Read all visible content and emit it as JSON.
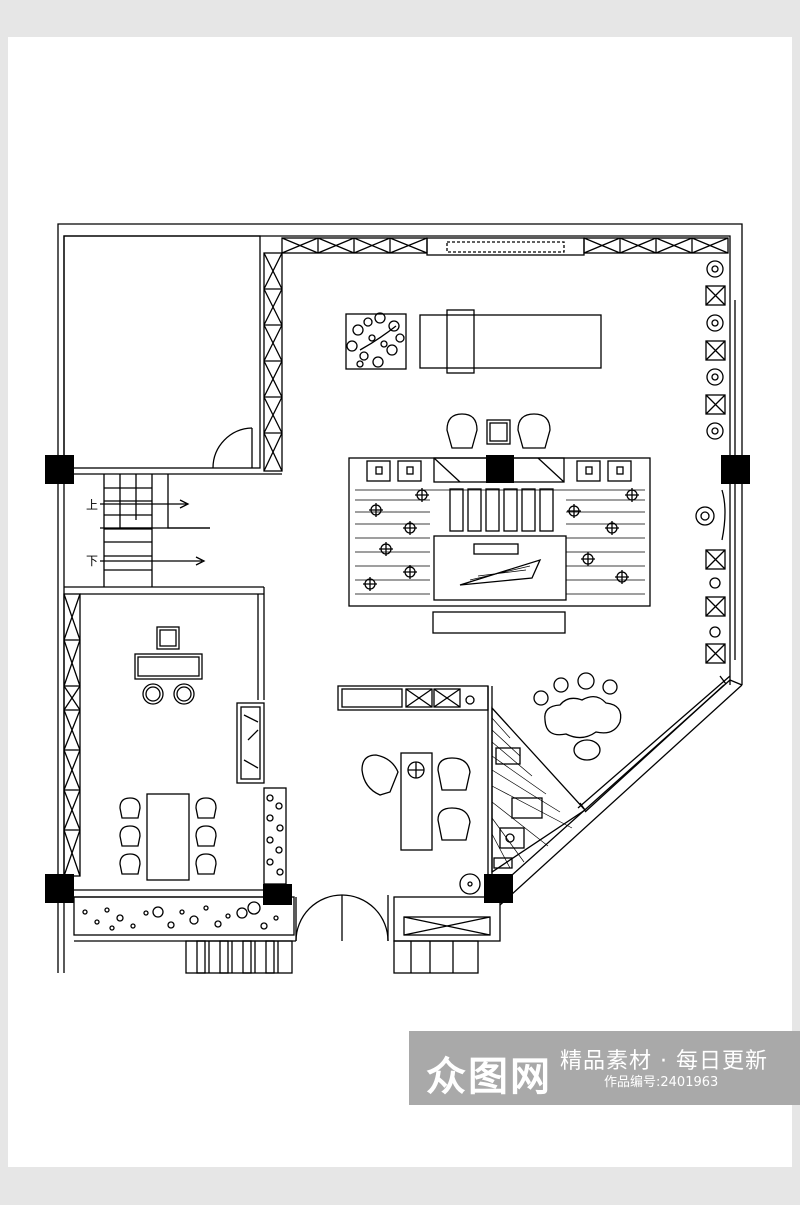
{
  "plan": {
    "stair_up_label": "上",
    "stair_down_label": "下"
  },
  "watermark": {
    "logo": "众图网",
    "slogan": "精品素材 · 每日更新",
    "id_text": "作品编号:2401963"
  },
  "colors": {
    "page_bg": "#e6e6e6",
    "sheet_bg": "#ffffff",
    "line": "#000000",
    "watermark_bg": "#a9a9a9"
  }
}
